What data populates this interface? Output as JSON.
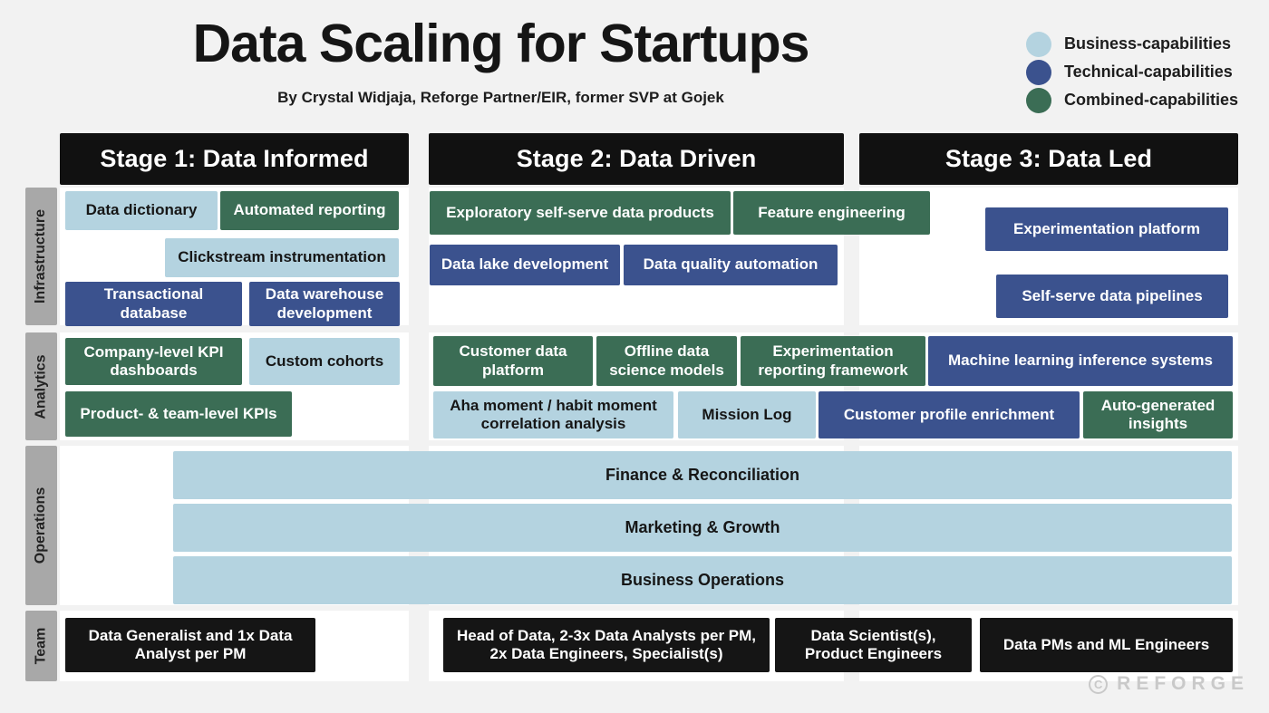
{
  "header": {
    "title": "Data Scaling for Startups",
    "subtitle": "By Crystal Widjaja, Reforge Partner/EIR, former SVP at Gojek"
  },
  "legend": {
    "items": [
      {
        "label": "Business-capabilities",
        "color": "#b4d3e0"
      },
      {
        "label": "Technical-capabilities",
        "color": "#3b528e"
      },
      {
        "label": "Combined-capabilities",
        "color": "#3b6d55"
      }
    ]
  },
  "stages": [
    {
      "label": "Stage 1: Data Informed"
    },
    {
      "label": "Stage 2: Data Driven"
    },
    {
      "label": "Stage 3: Data Led"
    }
  ],
  "row_labels": [
    {
      "label": "Infrastructure"
    },
    {
      "label": "Analytics"
    },
    {
      "label": "Operations"
    },
    {
      "label": "Team"
    }
  ],
  "infrastructure": {
    "stage1": [
      {
        "label": "Data dictionary",
        "type": "business"
      },
      {
        "label": "Automated reporting",
        "type": "combined"
      },
      {
        "label": "Clickstream instrumentation",
        "type": "business"
      },
      {
        "label": "Transactional database",
        "type": "technical"
      },
      {
        "label": "Data warehouse development",
        "type": "technical"
      }
    ],
    "stage2": [
      {
        "label": "Exploratory self-serve data products",
        "type": "combined"
      },
      {
        "label": "Feature engineering",
        "type": "combined"
      },
      {
        "label": "Data lake development",
        "type": "technical"
      },
      {
        "label": "Data quality automation",
        "type": "technical"
      }
    ],
    "stage3": [
      {
        "label": "Experimentation platform",
        "type": "technical"
      },
      {
        "label": "Self-serve data pipelines",
        "type": "technical"
      }
    ]
  },
  "analytics": {
    "stage1": [
      {
        "label": "Company-level KPI dashboards",
        "type": "combined"
      },
      {
        "label": "Custom cohorts",
        "type": "business"
      },
      {
        "label": "Product- & team-level KPIs",
        "type": "combined"
      }
    ],
    "stage2": [
      {
        "label": "Customer data platform",
        "type": "combined"
      },
      {
        "label": "Offline data science models",
        "type": "combined"
      },
      {
        "label": "Experimentation reporting framework",
        "type": "combined"
      },
      {
        "label": "Aha moment / habit moment correlation analysis",
        "type": "business"
      },
      {
        "label": "Mission Log",
        "type": "business"
      }
    ],
    "stage3": [
      {
        "label": "Machine learning inference systems",
        "type": "technical"
      },
      {
        "label": "Customer profile enrichment",
        "type": "technical"
      },
      {
        "label": "Auto-generated insights",
        "type": "combined"
      }
    ]
  },
  "operations": [
    {
      "label": "Finance & Reconciliation",
      "type": "business"
    },
    {
      "label": "Marketing & Growth",
      "type": "business"
    },
    {
      "label": "Business Operations",
      "type": "business"
    }
  ],
  "team": {
    "stage1": [
      {
        "label": "Data Generalist and 1x Data Analyst per PM"
      }
    ],
    "stage2": [
      {
        "label": "Head of Data, 2-3x Data Analysts per PM, 2x Data Engineers, Specialist(s)"
      }
    ],
    "stage3": [
      {
        "label": "Data Scientist(s), Product Engineers"
      },
      {
        "label": "Data PMs and ML Engineers"
      }
    ]
  },
  "watermark": {
    "symbol": "C",
    "label": "REFORGE"
  }
}
